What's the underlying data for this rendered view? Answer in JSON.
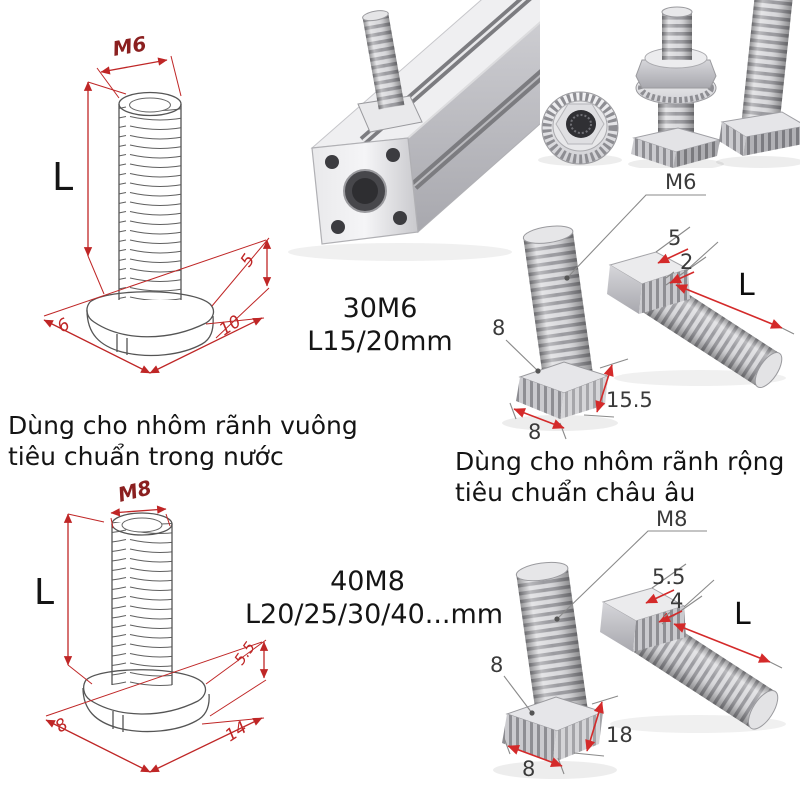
{
  "captions": {
    "left_line1": "Dùng cho nhôm rãnh vuông",
    "left_line2": "tiêu chuẩn trong nước",
    "right_line1": "Dùng cho nhôm rãnh rộng",
    "right_line2": "tiêu chuẩn châu âu"
  },
  "products": {
    "m6_code": "30M6",
    "m6_lengths": "L15/20mm",
    "m8_code": "40M8",
    "m8_lengths": "L20/25/30/40...mm"
  },
  "diagram_m6": {
    "thread": "M6",
    "length": "L",
    "slot_depth": "5",
    "head_width": "6",
    "head_length": "10"
  },
  "diagram_m8": {
    "thread": "M8",
    "length": "L",
    "slot_depth": "5.5",
    "head_width": "8",
    "head_length": "14"
  },
  "photo_m6": {
    "thread": "M6",
    "head_top": "5",
    "step": "2",
    "length": "L",
    "head_side": "8",
    "head_diagonal": "15.5",
    "head_width": "8"
  },
  "photo_m8": {
    "thread": "M8",
    "head_top": "5.5",
    "step": "4",
    "length": "L",
    "head_side": "8",
    "head_diagonal": "18",
    "head_width": "8"
  },
  "colors": {
    "dimension_red_drawing": "#bf2626",
    "dimension_red_photo": "#d42a2a",
    "drawing_thread_label_red": "#8b2020",
    "photo_label_gray": "#3a3a3a",
    "text_black": "#151515",
    "metal_silver": "#d7d7da"
  }
}
